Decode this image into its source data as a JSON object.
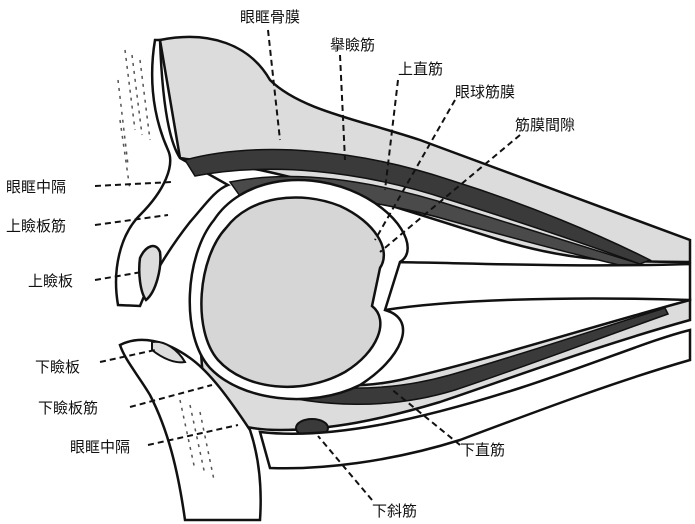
{
  "labels": {
    "orbital_periosteum": "眼眶骨膜",
    "levator_palpebrae": "擧瞼筋",
    "superior_rectus": "上直筋",
    "tenons_capsule": "眼球筋膜",
    "episcleral_space": "筋膜間隙",
    "orbital_septum_upper": "眼眶中隔",
    "superior_tarsal_muscle": "上瞼板筋",
    "upper_tarsus": "上瞼板",
    "lower_tarsus": "下瞼板",
    "inferior_tarsal_muscle": "下瞼板筋",
    "orbital_septum_lower": "眼眶中隔",
    "inferior_rectus": "下直筋",
    "inferior_oblique": "下斜筋"
  },
  "colors": {
    "ink": "#111111",
    "tissue": "#dcdcdc",
    "muscle": "#3a3a3a",
    "globe": "#d6d6d6",
    "paper": "#ffffff"
  }
}
